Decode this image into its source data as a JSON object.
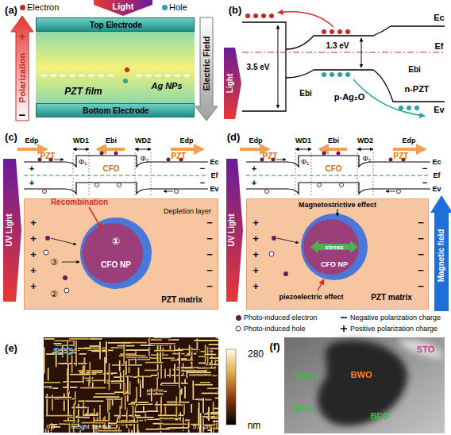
{
  "diagram": {
    "nodes": [
      {
        "text": [
          "Top Electrode"
        ]
      },
      {
        "text": [
          "PZT film"
        ]
      },
      {
        "text": [
          "Bottom Electrode"
        ]
      },
      {
        "text": [
          "PZT matrix"
        ]
      },
      {
        "text": [
          "①",
          "CFO NP"
        ],
        "in": 3
      },
      {
        "text": [
          "PZT matrix"
        ]
      },
      {
        "text": [
          "stress",
          "CFO NP"
        ],
        "in": 5
      }
    ],
    "labels": [
      "(a)",
      "Light",
      "+",
      "Polarization",
      "−",
      "Electric Field",
      "Ag NPs",
      "(b)",
      "Ec",
      "Ef",
      "1.3 eV",
      "3.5 eV",
      "Ebi",
      "Ebi",
      "p-Ag₂O",
      "n-PZT",
      "Ev",
      "Light",
      "(c)",
      "Edp",
      "WD1",
      "Ebi",
      "WD2",
      "Edp",
      "PZT",
      "CFO",
      "PZT",
      "Φ₁",
      "Φ₂",
      "Ec",
      "Ef",
      "Ev",
      "+",
      "+",
      "−",
      "−",
      "UV Light",
      "Recombination",
      "Depletion layer",
      "②",
      "③",
      "+",
      "+",
      "+",
      "+",
      "+",
      "−",
      "−",
      "−",
      "−",
      "−",
      "(d)",
      "Edp",
      "WD1",
      "Ebi",
      "WD2",
      "Edp",
      "PZT",
      "CFO",
      "PZT",
      "Φ₁",
      "Φ₂",
      "Ec",
      "Ef",
      "Ev",
      "+",
      "+",
      "−",
      "−",
      "UV Light",
      "Magnetic field",
      "Magnetostrictive effect",
      "piezoelectric effect",
      "+",
      "+",
      "+",
      "+",
      "+",
      "−",
      "−",
      "−",
      "−",
      "−",
      "(e)",
      "STO",
      "0.0",
      "Height Sensor",
      "5.0 µm",
      "280",
      "nm",
      "(f)",
      "STO",
      "BFO",
      "BWO",
      "BFO",
      "BFO"
    ],
    "legend": [
      {
        "text": "Electron",
        "color": "#c62828"
      },
      {
        "text": "Hole",
        "color": "#26a69a"
      },
      {
        "text": "Photo-induced electron",
        "color": "#6a1b5a"
      },
      {
        "text": "Photo-induced hole"
      },
      {
        "text": "Negative polarization charge"
      },
      {
        "text": "Positive polarization charge"
      }
    ]
  }
}
